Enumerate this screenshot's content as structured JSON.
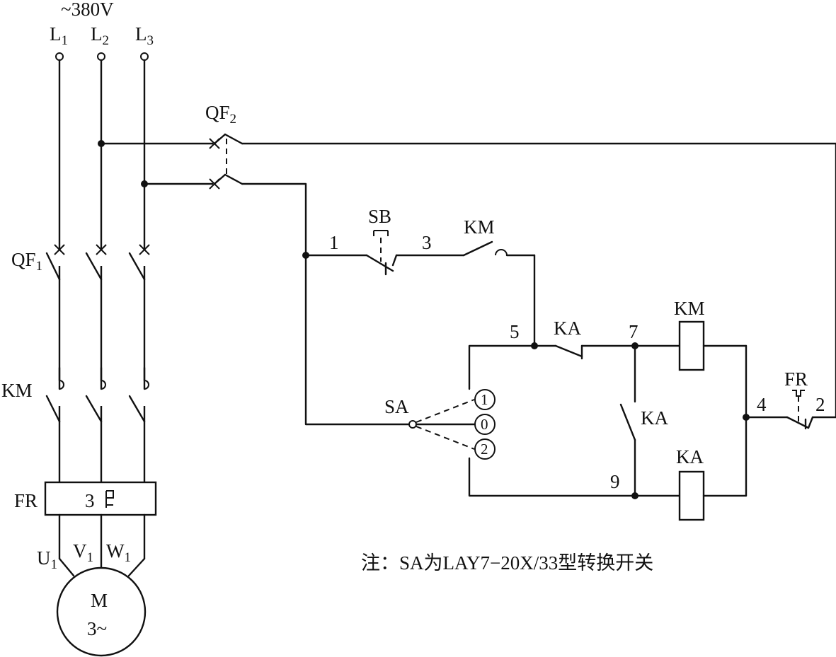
{
  "supply": {
    "voltage": "~380V",
    "l1": "L",
    "l1_sub": "1",
    "l2": "L",
    "l2_sub": "2",
    "l3": "L",
    "l3_sub": "3"
  },
  "main_circuit": {
    "qf1": "QF",
    "qf1_sub": "1",
    "km": "KM",
    "fr": "FR",
    "fr_count": "3",
    "u": "U",
    "u_sub": "1",
    "v": "V",
    "v_sub": "1",
    "w": "W",
    "w_sub": "1",
    "motor": "M",
    "motor_phase": "3~"
  },
  "control_circuit": {
    "qf2": "QF",
    "qf2_sub": "2",
    "sb": "SB",
    "km_contact": "KM",
    "ka_nc": "KA",
    "ka_no": "KA",
    "km_coil": "KM",
    "ka_coil": "KA",
    "fr_contact": "FR",
    "sa": "SA",
    "sa_pos1": "1",
    "sa_pos0": "0",
    "sa_pos2": "2",
    "nodes": {
      "n1": "1",
      "n2": "2",
      "n3": "3",
      "n4": "4",
      "n5": "5",
      "n7": "7",
      "n9": "9"
    }
  },
  "note": "注：SA为LAY7−20X/33型转换开关",
  "colors": {
    "line": "#111111",
    "background": "#ffffff"
  }
}
